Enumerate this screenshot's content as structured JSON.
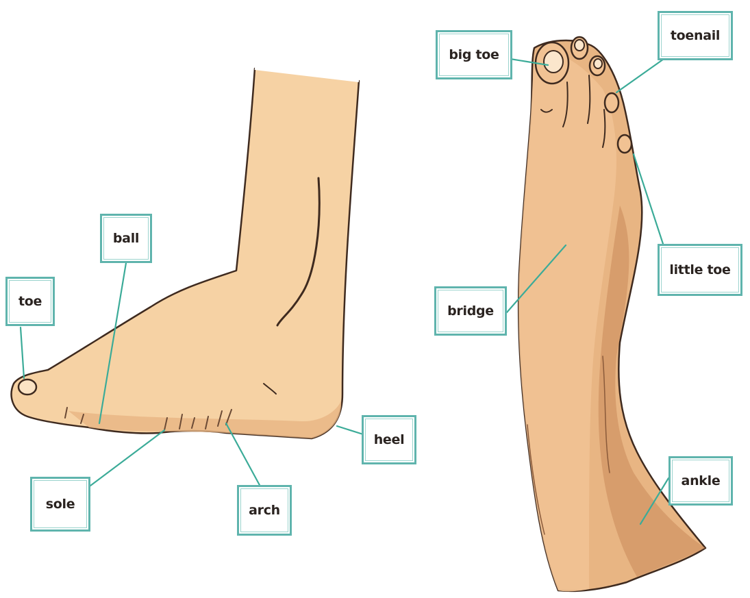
{
  "colors": {
    "leader_line": "#3bab98",
    "label_border": "#5fb4ad",
    "skin_light": "#f6d2a4",
    "skin_mid": "#e8b583",
    "skin_shadow": "#c8895a",
    "outline": "#3e2a1f"
  },
  "labels": {
    "toe": "toe",
    "ball": "ball",
    "sole": "sole",
    "arch": "arch",
    "heel": "heel",
    "big_toe": "big toe",
    "toenail": "toenail",
    "little_toe": "little toe",
    "bridge": "bridge",
    "ankle": "ankle"
  }
}
